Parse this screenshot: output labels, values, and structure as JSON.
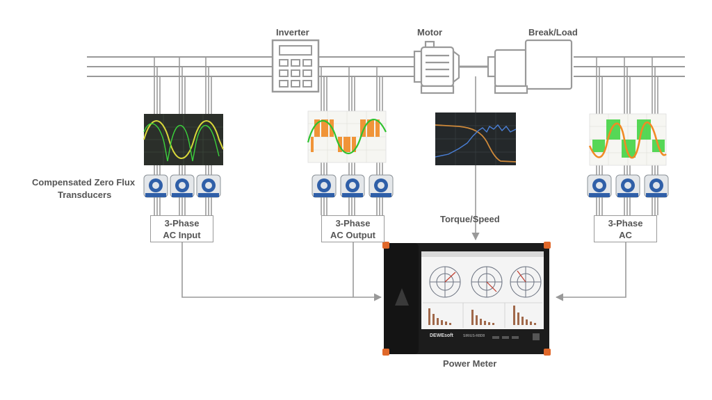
{
  "labels": {
    "inverter": "Inverter",
    "motor": "Motor",
    "brake_load": "Break/Load",
    "transducers_line1": "Compensated Zero Flux",
    "transducers_line2": "Transducers",
    "torque_speed": "Torque/Speed",
    "power_meter": "Power Meter"
  },
  "boxes": {
    "input_line1": "3-Phase",
    "input_line2": "AC Input",
    "output_line1": "3-Phase",
    "output_line2": "AC Output",
    "ac_line1": "3-Phase",
    "ac_line2": "AC"
  },
  "power_meter_screen": {
    "brand": "DEWEsoft",
    "model": "SIRIUS-R8D8"
  },
  "colors": {
    "line_gray": "#999999",
    "label_text": "#555555",
    "scope_dark": "#2b2f2a",
    "trace_yellow": "#d8d83a",
    "trace_green": "#3bd23b",
    "trace_orange": "#f08a24",
    "sensor_blue": "#2f5fa8",
    "device_body": "#1c1c1c",
    "device_corner": "#e0682a"
  }
}
